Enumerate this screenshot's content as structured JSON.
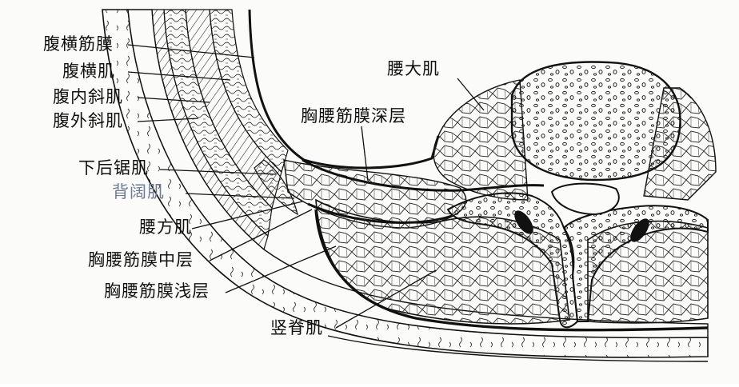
{
  "figure": {
    "labels": {
      "transversalis_fascia": "腹横筋膜",
      "transversus_abdominis": "腹横肌",
      "internal_oblique": "腹内斜肌",
      "external_oblique": "腹外斜肌",
      "serratus_posterior_inferior": "下后锯肌",
      "latissimus_dorsi": "背阔肌",
      "quadratus_lumborum": "腰方肌",
      "tlf_middle_layer": "胸腰筋膜中层",
      "tlf_superficial_layer": "胸腰筋膜浅层",
      "psoas_major": "腰大肌",
      "tlf_deep_layer": "胸腰筋膜深层",
      "erector_spinae": "竖脊肌"
    },
    "colors": {
      "ink": "#111111",
      "paper": "#fbfbf9",
      "faded_label": "#6f7a94"
    }
  }
}
